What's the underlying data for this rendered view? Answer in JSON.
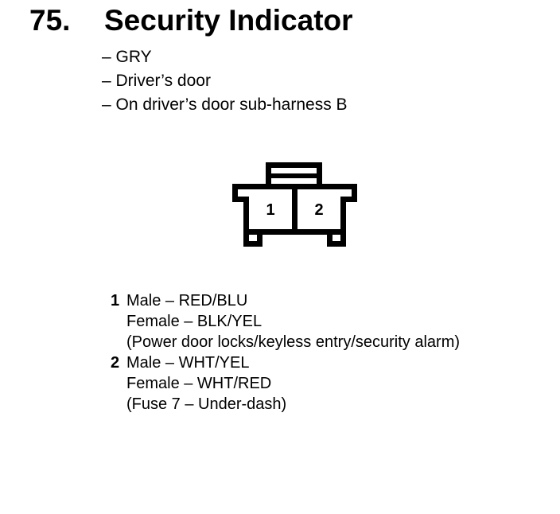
{
  "page": {
    "background_color": "#ffffff",
    "text_color": "#000000"
  },
  "heading": {
    "number": "75.",
    "title": "Security Indicator"
  },
  "attributes": [
    "– GRY",
    "– Driver’s door",
    "– On driver’s door sub-harness B"
  ],
  "connector": {
    "description": "2-pin connector front view with top latch tab",
    "pins": [
      "1",
      "2"
    ]
  },
  "pin_details": [
    {
      "pin": "1",
      "lines": [
        "Male – RED/BLU",
        "Female – BLK/YEL",
        "(Power door locks/keyless entry/security alarm)"
      ]
    },
    {
      "pin": "2",
      "lines": [
        "Male – WHT/YEL",
        "Female – WHT/RED",
        "(Fuse 7 – Under-dash)"
      ]
    }
  ]
}
